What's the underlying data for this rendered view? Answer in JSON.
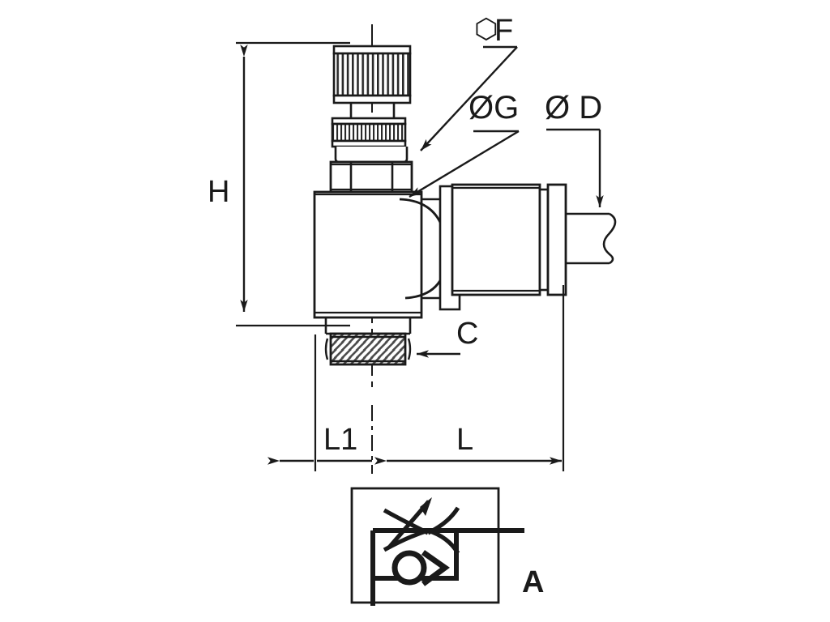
{
  "drawing": {
    "title": "Pneumatic flow control valve — dimensioned outline drawing",
    "background_color": "#ffffff",
    "line_color": "#1a1a1a",
    "hatch_color": "#555555",
    "labels": {
      "height_dimension": "H",
      "hex_flats_prefix": "⬡",
      "hex_flats": "F",
      "thread_diameter_g": "ØG",
      "tube_diameter_d": "Ø D",
      "chamfer_callout": "C",
      "length_short": "L1",
      "length_long": "L",
      "symbol_callout": "A"
    },
    "dimension_list": [
      {
        "name": "H",
        "kind": "linear-vertical",
        "text": "H"
      },
      {
        "name": "L",
        "kind": "linear-horizontal",
        "text": "L"
      },
      {
        "name": "L1",
        "kind": "linear-horizontal",
        "text": "L1"
      },
      {
        "name": "F",
        "kind": "leader-hex-flats",
        "text": "F"
      },
      {
        "name": "G",
        "kind": "leader-diameter",
        "text": "ØG"
      },
      {
        "name": "D",
        "kind": "leader-diameter",
        "text": "Ø D"
      },
      {
        "name": "C",
        "kind": "leader-plain",
        "text": "C"
      }
    ],
    "symbol_box": {
      "callout": "A",
      "description": "one-way flow control valve: adjustable throttle in parallel with check valve"
    },
    "icons": {
      "arrowhead": "arrowhead-icon",
      "centerline": "centerline-icon",
      "break_line": "break-line-icon",
      "knurl": "knurl-hatch-icon",
      "thread": "thread-hatch-icon",
      "hexagon_outline": "hexagon-outline-icon",
      "check_valve": "check-valve-icon",
      "throttle_arrow": "throttle-arrow-icon"
    }
  }
}
